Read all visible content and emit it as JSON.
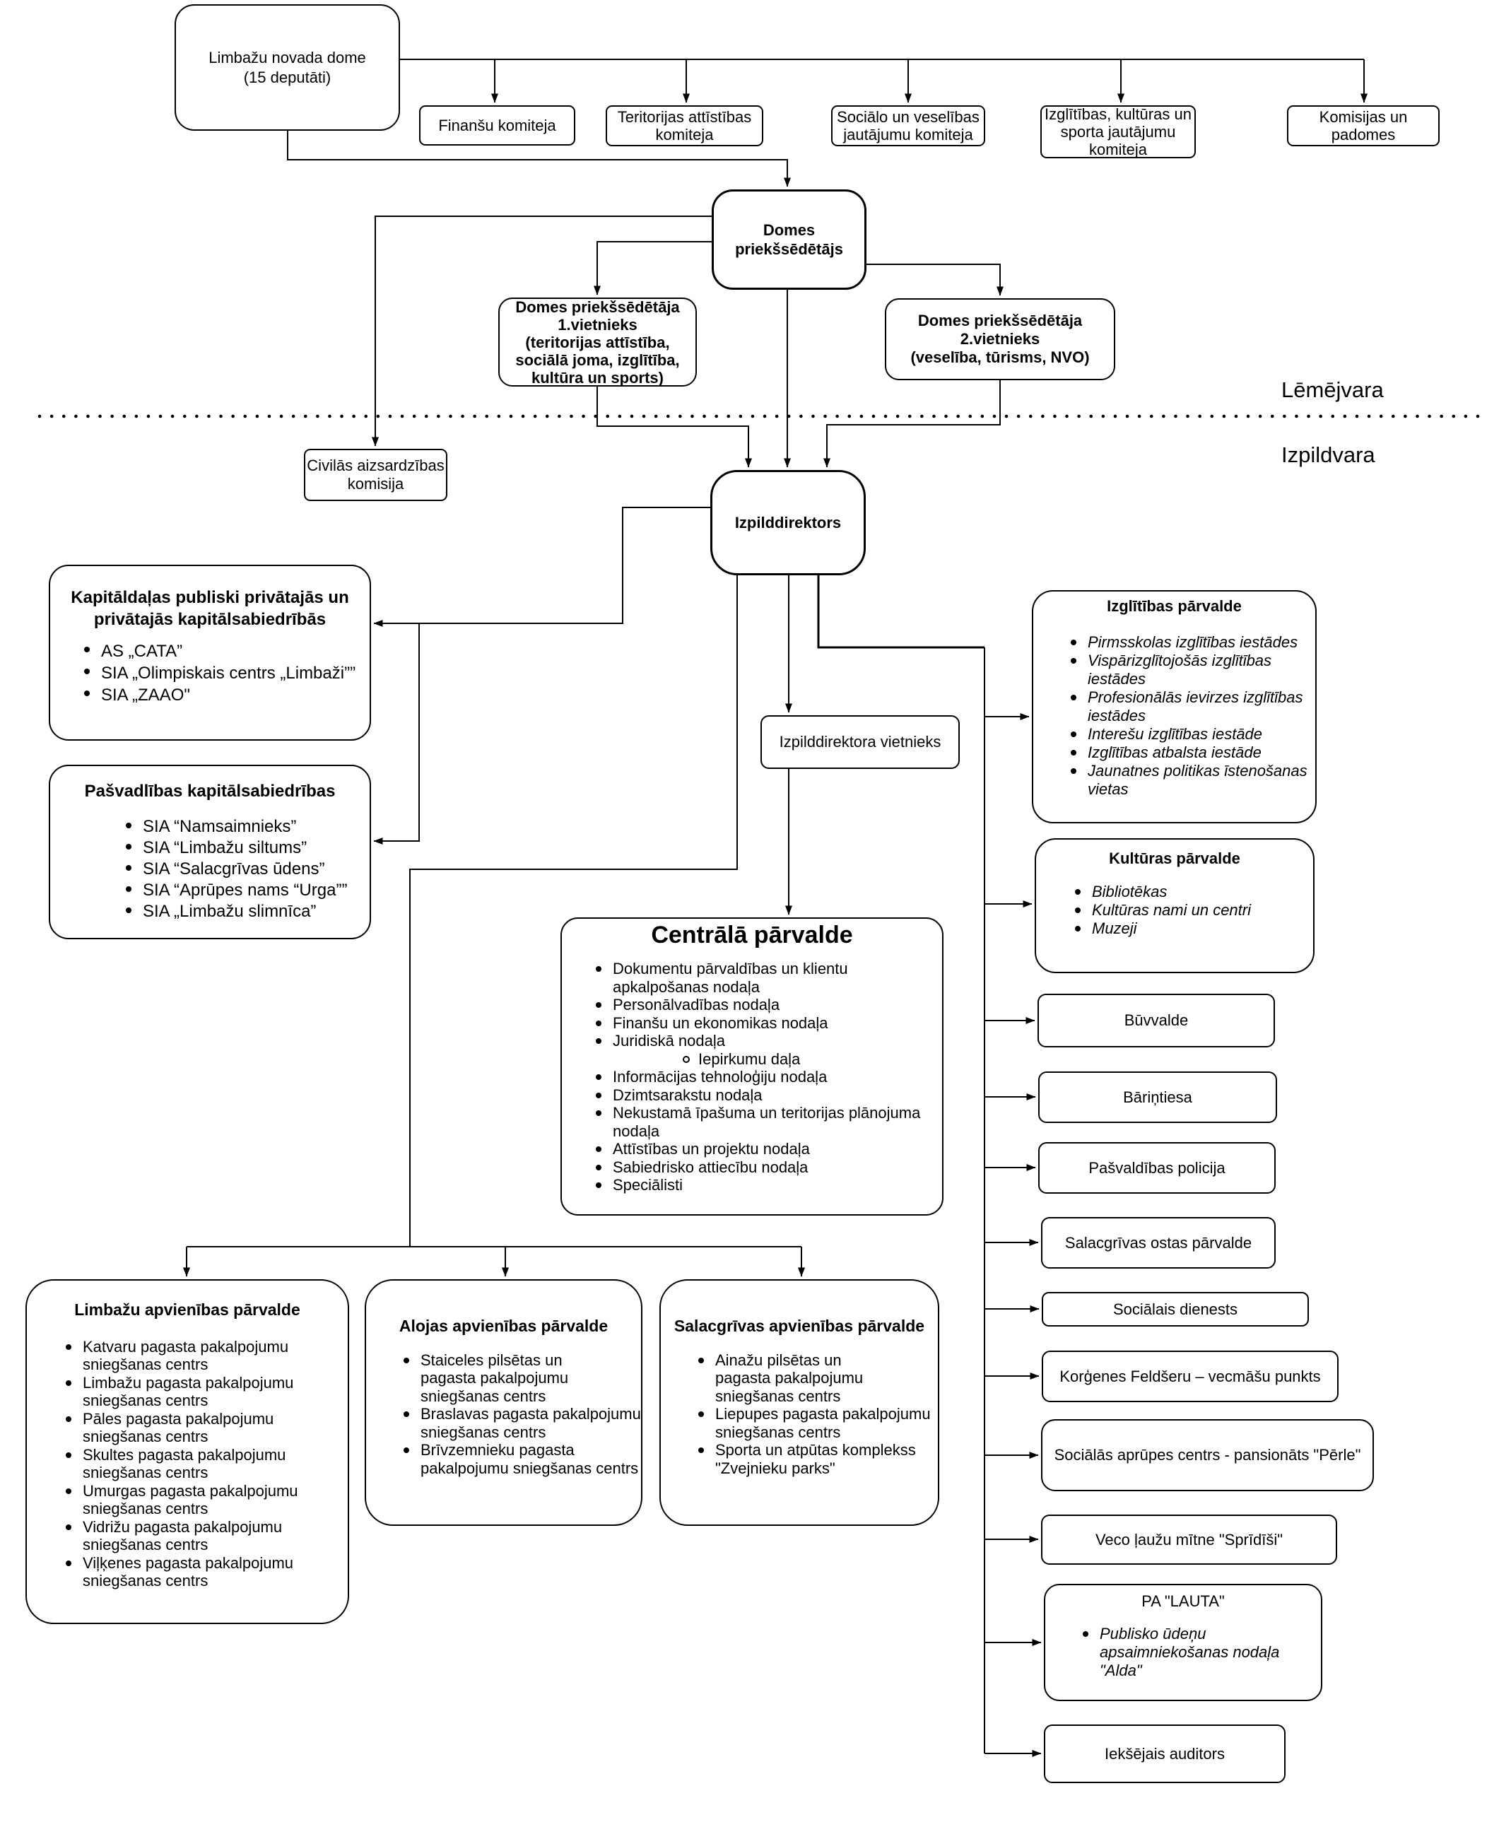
{
  "page": {
    "background": "#ffffff",
    "line_color": "#000000",
    "text_color": "#000000"
  },
  "zones": {
    "lemejvara": "Lēmējvara",
    "izpildvara": "Izpildvara"
  },
  "nodes": {
    "dome": {
      "label": "Limbažu novada dome\n(15 deputāti)"
    },
    "finansu_komiteja": {
      "label": "Finanšu komiteja"
    },
    "teritorijas_komiteja": {
      "label": "Teritorijas attīstības\nkomiteja"
    },
    "socialo_komiteja": {
      "label": "Sociālo un veselības\njautājumu komiteja"
    },
    "izglitibas_komiteja": {
      "label": "Izglītības, kultūras un\nsporta jautājumu\nkomiteja"
    },
    "komisijas_padomes": {
      "label": "Komisijas un\npadomes"
    },
    "priekssedetajs": {
      "label": "Domes\npriekšsēdētājs"
    },
    "vietnieks1": {
      "label": "Domes priekšsēdētāja\n1.vietnieks\n(teritorijas attīstība,\nsociālā joma, izglītība,\nkultūra un sports)"
    },
    "vietnieks2": {
      "label": "Domes priekšsēdētāja\n2.vietnieks\n(veselība, tūrisms, NVO)"
    },
    "civilas": {
      "label": "Civilās aizsardzības\nkomisija"
    },
    "izpilddirektors": {
      "label": "Izpilddirektors"
    },
    "izpild_vietnieks": {
      "label": "Izpilddirektora vietnieks"
    },
    "kapitaldalas": {
      "title": "Kapitāldaļas publiski privātajās un\nprivātajās kapitālsabiedrībās",
      "items": [
        "AS „CATA”",
        "SIA „Olimpiskais centrs „Limbaži””",
        "SIA „ZAAO\""
      ]
    },
    "pasvadlibas": {
      "title": "Pašvadlības kapitālsabiedrības",
      "items": [
        "SIA “Namsaimnieks”",
        "SIA “Limbažu siltums”",
        "SIA “Salacgrīvas ūdens”",
        "SIA “Aprūpes nams “Urga””",
        "SIA „Limbažu slimnīca”"
      ]
    },
    "centrala": {
      "title": "Centrālā pārvalde",
      "items": [
        "Dokumentu pārvaldības un klientu\napkalpošanas nodaļa",
        "Personālvadības nodaļa",
        "Finanšu un ekonomikas nodaļa",
        "Juridiskā nodaļa",
        {
          "text": "Iepirkumu daļa",
          "type": "sub"
        },
        "Informācijas tehnoloģiju nodaļa",
        "Dzimtsarakstu nodaļa",
        "Nekustamā īpašuma un teritorijas plānojuma\nnodaļa",
        "Attīstības un projektu nodaļa",
        "Sabiedrisko attiecību nodaļa",
        "Speciālisti"
      ]
    },
    "izglitibas": {
      "title": "Izglītības pārvalde",
      "items": [
        "Pirmsskolas izglītības iestādes",
        "Vispārizglītojošās izglītības\niestādes",
        "Profesionālās ievirzes izglītības\niestādes",
        "Interešu izglītības iestāde",
        "Izglītības atbalsta iestāde",
        "Jaunatnes politikas īstenošanas\nvietas"
      ]
    },
    "kulturas": {
      "title": "Kultūras pārvalde",
      "items": [
        "Bibliotēkas",
        "Kultūras nami un centri",
        "Muzeji"
      ]
    },
    "buvvalde": {
      "label": "Būvvalde"
    },
    "barintiesa": {
      "label": "Bāriņtiesa"
    },
    "policija": {
      "label": "Pašvaldības policija"
    },
    "ostas_parvalde": {
      "label": "Salacgrīvas ostas pārvalde"
    },
    "socialais_dienests": {
      "label": "Sociālais dienests"
    },
    "korgenes": {
      "label": "Korģenes Feldšeru – vecmāšu punkts"
    },
    "aprupes_centrs": {
      "label": "Sociālās aprūpes centrs - pansionāts \"Pērle\""
    },
    "veco_lauzu": {
      "label": "Veco ļaužu mītne \"Sprīdīši\""
    },
    "palauta": {
      "title": "PA \"LAUTA\"",
      "items": [
        "Publisko ūdeņu\napsaimniekošanas nodaļa\n\"Alda\""
      ]
    },
    "auditors": {
      "label": "Iekšējais auditors"
    },
    "limbazu": {
      "title": "Limbažu apvienības pārvalde",
      "items": [
        "Katvaru pagasta pakalpojumu\nsniegšanas centrs",
        "Limbažu pagasta pakalpojumu\nsniegšanas centrs",
        "Pāles pagasta pakalpojumu\nsniegšanas centrs",
        "Skultes pagasta pakalpojumu\nsniegšanas centrs",
        "Umurgas pagasta pakalpojumu\nsniegšanas centrs",
        "Vidrižu pagasta pakalpojumu\nsniegšanas centrs",
        "Viļķenes pagasta pakalpojumu\nsniegšanas centrs"
      ]
    },
    "alojas": {
      "title": "Alojas apvienības pārvalde",
      "items": [
        "Staiceles pilsētas un\npagasta pakalpojumu\nsniegšanas centrs",
        "Braslavas pagasta pakalpojumu\nsniegšanas centrs",
        "Brīvzemnieku pagasta\npakalpojumu sniegšanas centrs"
      ]
    },
    "salacgrivas": {
      "title": "Salacgrīvas apvienības pārvalde",
      "items": [
        "Ainažu pilsētas un\npagasta pakalpojumu\nsniegšanas centrs",
        "Liepupes pagasta pakalpojumu\nsniegšanas centrs",
        "Sporta un atpūtas komplekss\n\"Zvejnieku parks\""
      ]
    }
  }
}
